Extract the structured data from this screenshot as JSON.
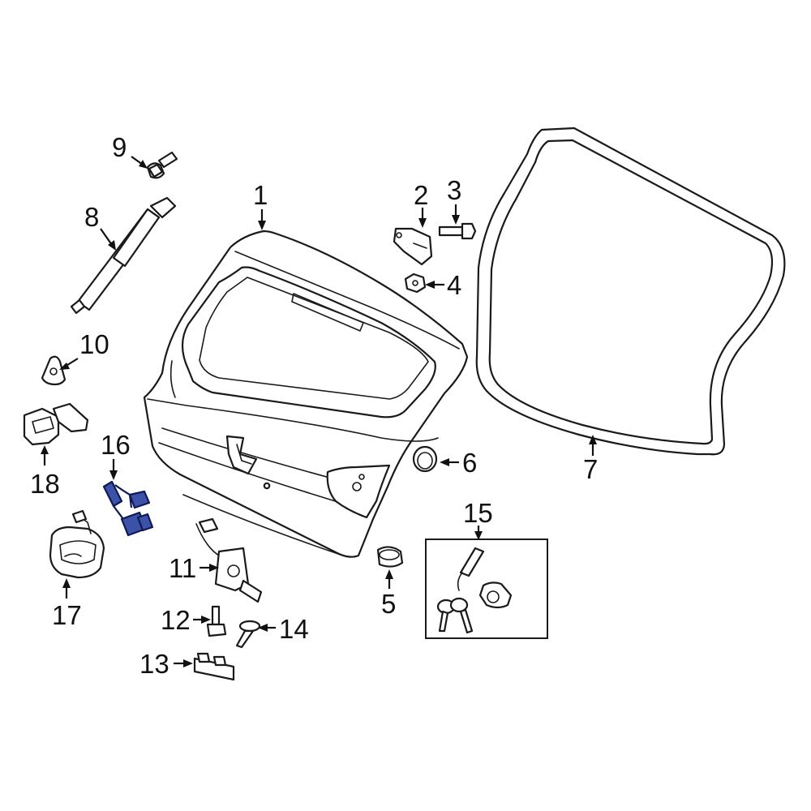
{
  "callouts": {
    "c1": "1",
    "c2": "2",
    "c3": "3",
    "c4": "4",
    "c5": "5",
    "c6": "6",
    "c7": "7",
    "c8": "8",
    "c9": "9",
    "c10": "10",
    "c11": "11",
    "c12": "12",
    "c13": "13",
    "c14": "14",
    "c15": "15",
    "c16": "16",
    "c17": "17",
    "c18": "18"
  },
  "colors": {
    "highlight": "#3b52a8",
    "highlight_outline": "#0f1a55",
    "line": "#1a1a1a",
    "background": "#ffffff"
  },
  "highlighted_part": "16"
}
